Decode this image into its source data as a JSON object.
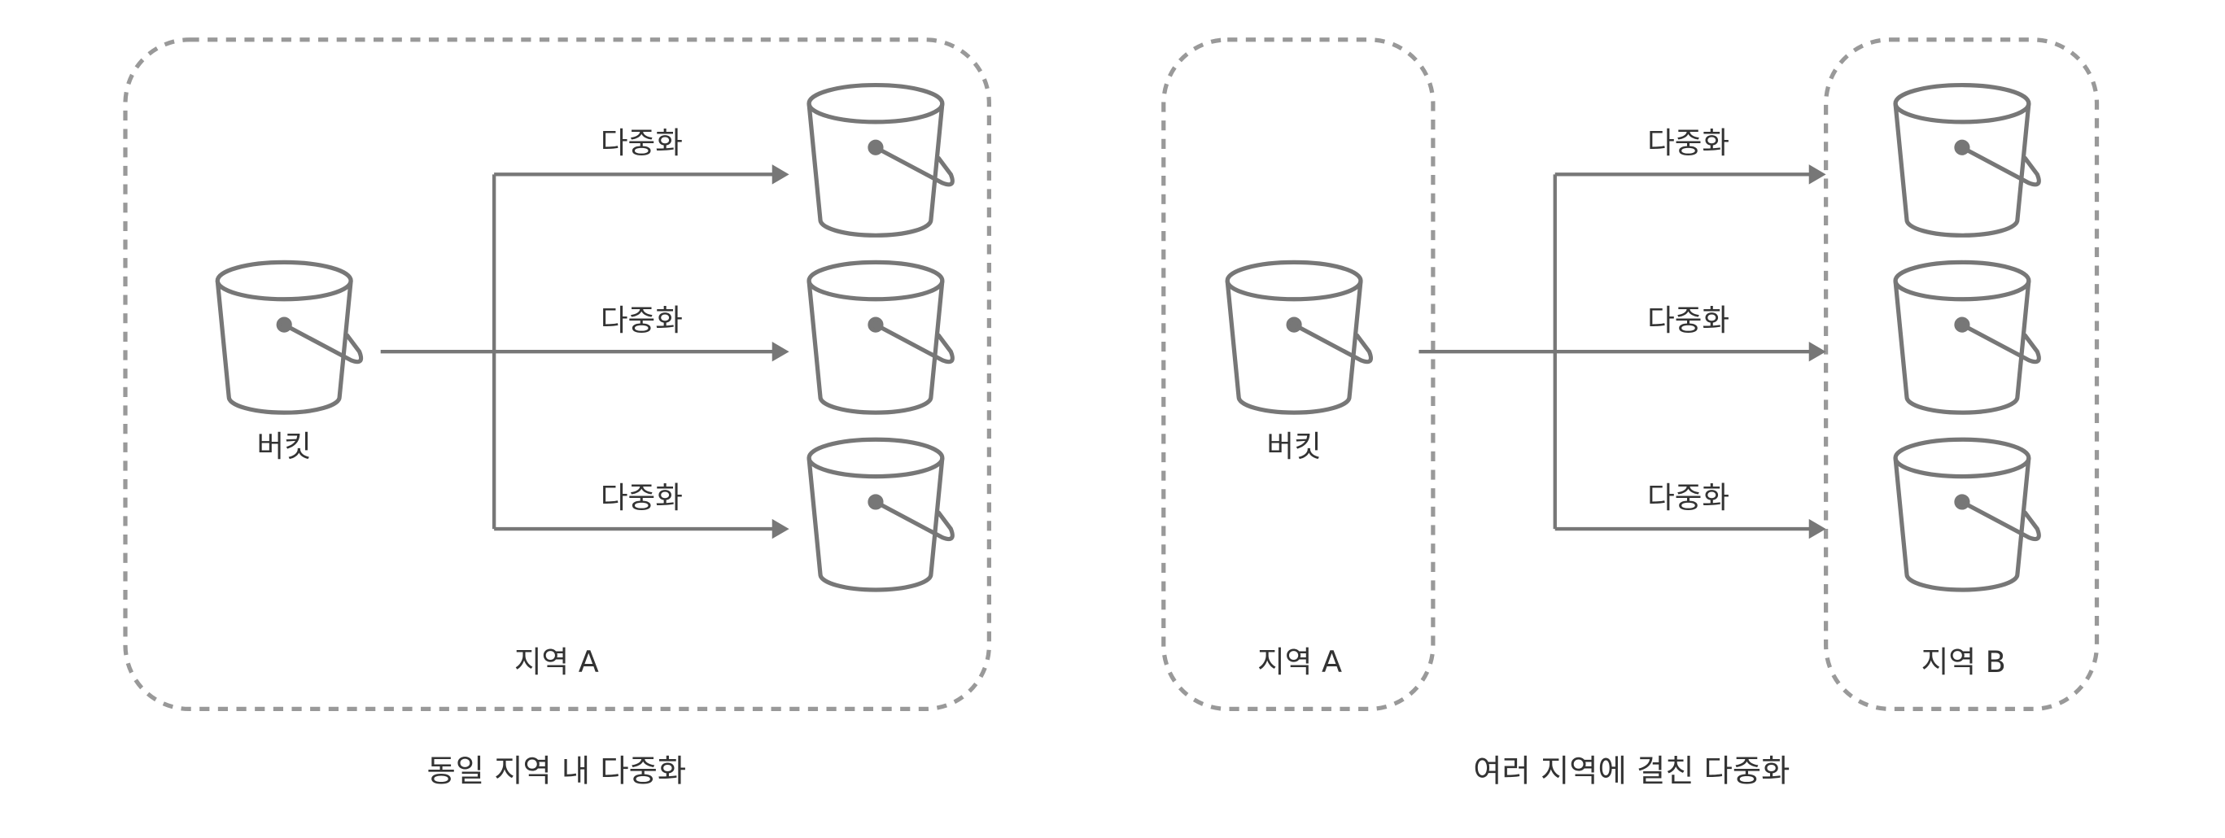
{
  "left_panel": {
    "source_label": "버킷",
    "replication_labels": [
      "다중화",
      "다중화",
      "다중화"
    ],
    "region_label": "지역 A",
    "caption": "동일 지역 내 다중화"
  },
  "right_panel": {
    "source_label": "버킷",
    "source_region_label": "지역 A",
    "replication_labels": [
      "다중화",
      "다중화",
      "다중화"
    ],
    "target_region_label": "지역 B",
    "caption": "여러 지역에 걸친 다중화"
  },
  "colors": {
    "stroke": "#777777",
    "dashed_border": "#999999",
    "text": "#333333"
  }
}
